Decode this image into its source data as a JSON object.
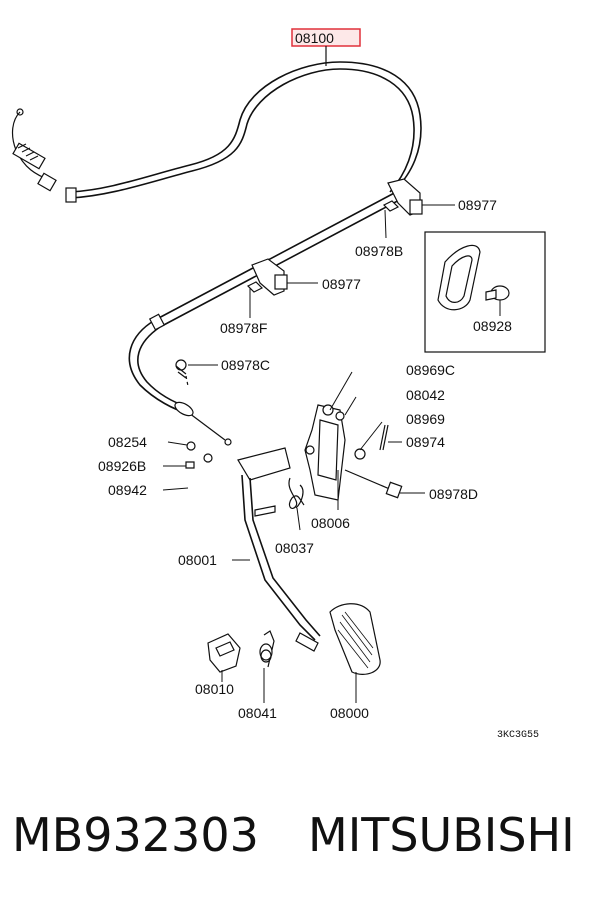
{
  "diagram": {
    "highlighted_part": "08100",
    "parts": {
      "p08977_a": "08977",
      "p08978B": "08978B",
      "p08977_b": "08977",
      "p08978F": "08978F",
      "p08928": "08928",
      "p08978C": "08978C",
      "p08969C": "08969C",
      "p08042": "08042",
      "p08969": "08969",
      "p08974": "08974",
      "p08254": "08254",
      "p08926B": "08926B",
      "p08942": "08942",
      "p08978D": "08978D",
      "p08006": "08006",
      "p08037": "08037",
      "p08001": "08001",
      "p08010": "08010",
      "p08041": "08041",
      "p08000": "08000"
    },
    "drawing_code": "3KC3G55",
    "highlight_color": "#e0303a"
  },
  "footer": {
    "part_number": "MB932303",
    "brand": "MITSUBISHI"
  }
}
